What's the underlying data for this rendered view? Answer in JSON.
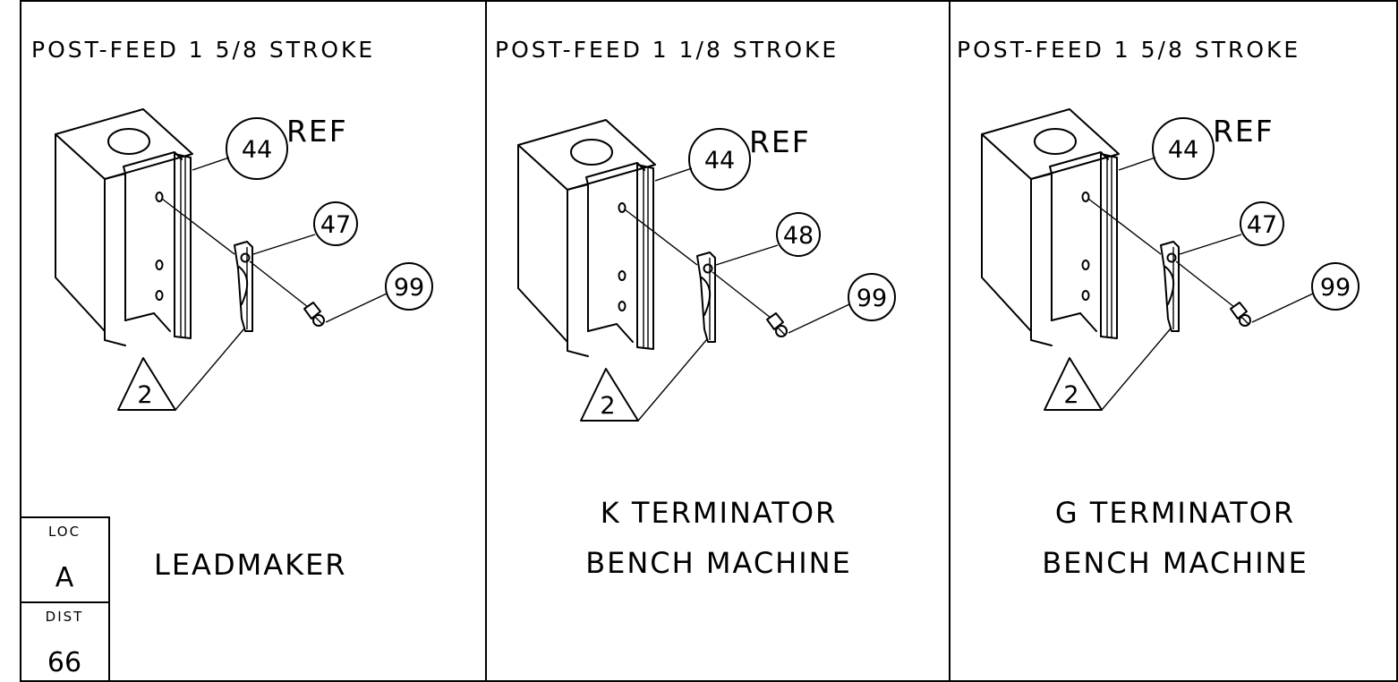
{
  "panels": [
    {
      "title": "POST-FEED 1 5/8 STROKE",
      "ref_label": "REF",
      "balloons": {
        "block": "44",
        "blade": "47",
        "screw": "99"
      },
      "note": "2",
      "caption_lines": [
        "LEADMAKER"
      ]
    },
    {
      "title": "POST-FEED 1 1/8 STROKE",
      "ref_label": "REF",
      "balloons": {
        "block": "44",
        "blade": "48",
        "screw": "99"
      },
      "note": "2",
      "caption_lines": [
        "K TERMINATOR",
        "BENCH MACHINE"
      ]
    },
    {
      "title": "POST-FEED 1 5/8 STROKE",
      "ref_label": "REF",
      "balloons": {
        "block": "44",
        "blade": "47",
        "screw": "99"
      },
      "note": "2",
      "caption_lines": [
        "G TERMINATOR",
        "BENCH MACHINE"
      ]
    }
  ],
  "loc_box": {
    "loc_label": "LOC",
    "loc_value": "A",
    "dist_label": "DIST",
    "dist_value": "66"
  }
}
